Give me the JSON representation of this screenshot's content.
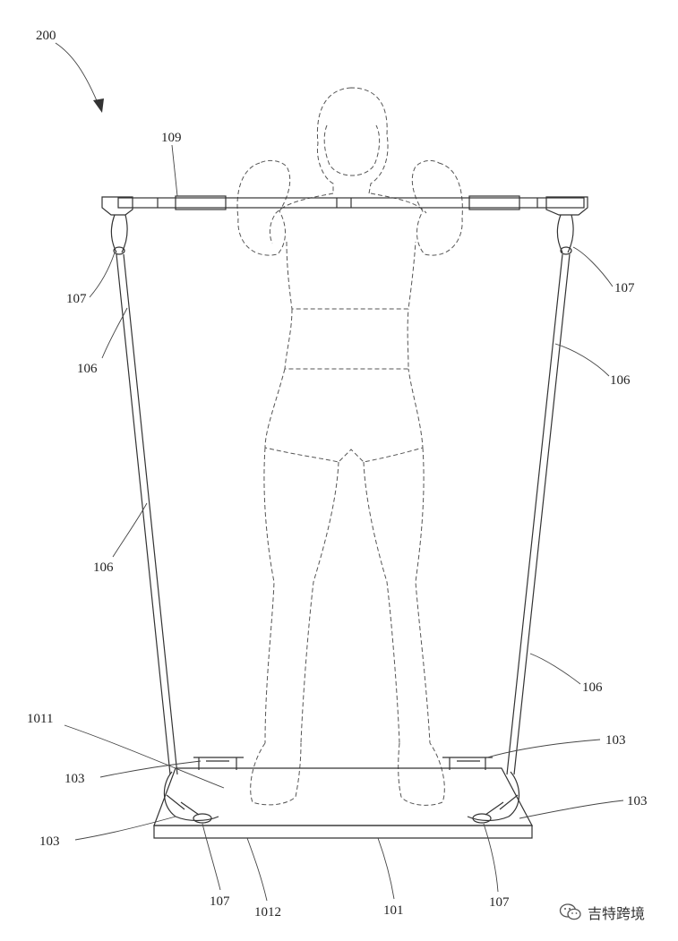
{
  "figure": {
    "number": "200",
    "labels": {
      "bar": "109",
      "upper_clip_left": "107",
      "upper_clip_right": "107",
      "band_upper_left": "106",
      "band_upper_right": "106",
      "band_lower_left": "106",
      "band_lower_right": "106",
      "top_surface": "1011",
      "foot_hook_left": "103",
      "foot_hook_right": "103",
      "corner_hook_left": "103",
      "corner_hook_right": "103",
      "lower_clip_left": "107",
      "lower_clip_right": "107",
      "bottom_surface": "1012",
      "platform": "101"
    }
  },
  "watermark": {
    "text": "吉特跨境",
    "icon": "wechat-icon"
  }
}
